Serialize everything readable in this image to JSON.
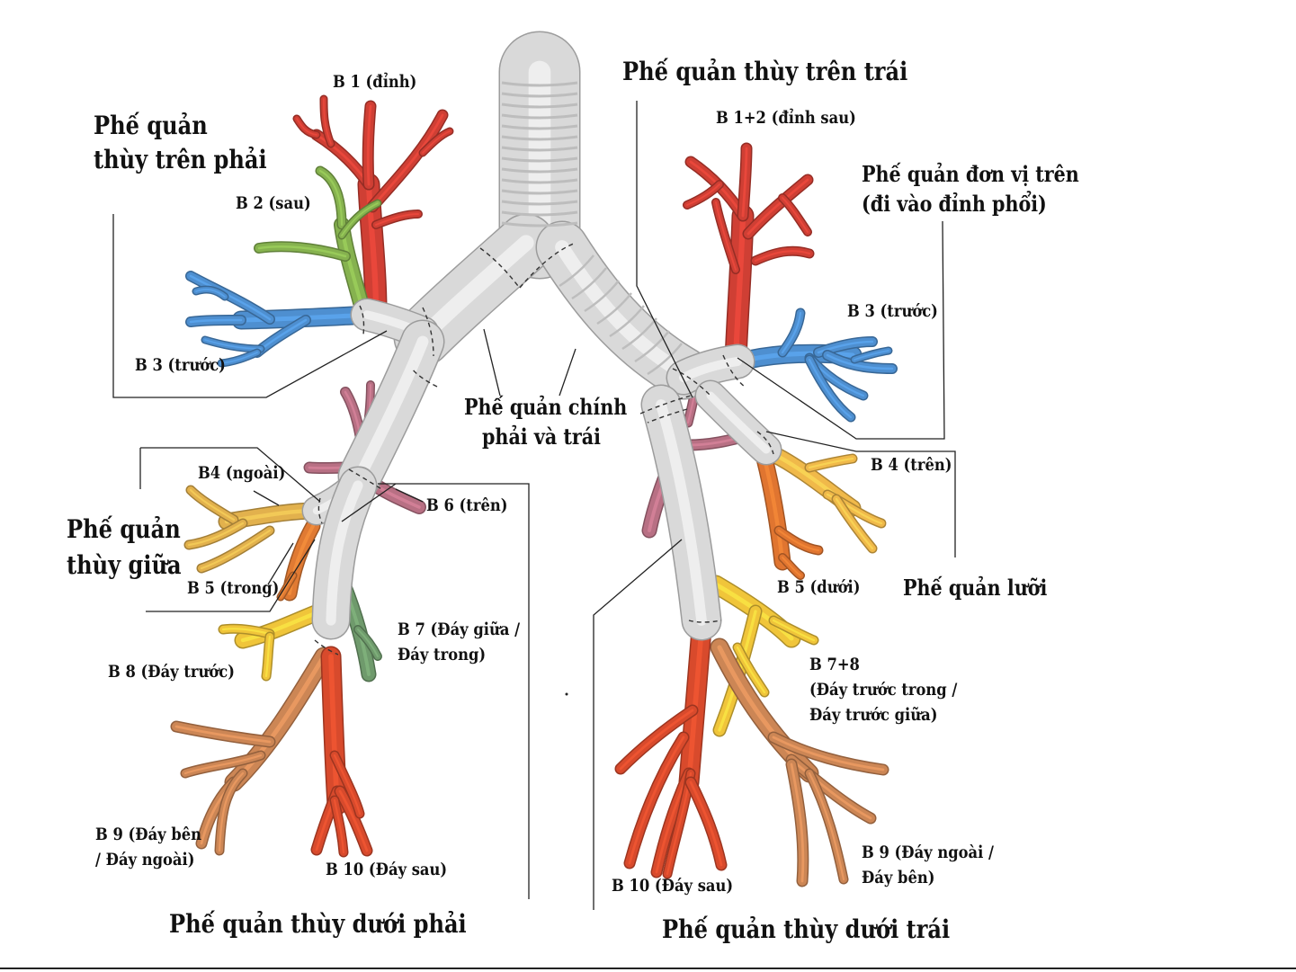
{
  "colors": {
    "trachea": "#d9d9d9",
    "trachea_ring": "#bdbdbd",
    "apical": "#cf3f34",
    "posterior": "#86b24f",
    "anterior": "#4e8fd0",
    "middle_lateral": "#e2b14d",
    "middle_medial": "#e07a33",
    "superior_segment": "#b87084",
    "basal_medial": "#6f9a6c",
    "basal_anterior": "#f0c53a",
    "basal_lateral": "#cc8655",
    "basal_posterior": "#d84a2c",
    "lingula_superior": "#f0b94a",
    "lingula_inferior": "#e07530",
    "leader_line": "#222222"
  },
  "labels": {
    "right_upper_lobe_title_1": "Phế quản",
    "right_upper_lobe_title_2": "thùy trên phải",
    "b1_apical": "B 1 (đỉnh)",
    "b2_posterior": "B 2 (sau)",
    "b3_right_anterior": "B 3 (trước)",
    "left_upper_lobe_title": "Phế quản thùy trên trái",
    "b1_2_left": "B 1+2 (đỉnh sau)",
    "upper_division_1": "Phế quản đơn vị trên",
    "upper_division_2": "(đi vào đỉnh phổi)",
    "b3_left_anterior": "B 3 (trước)",
    "main_bronchi_1": "Phế quản chính",
    "main_bronchi_2": "phải và trái",
    "b4_lateral": "B4 (ngoài)",
    "middle_lobe_title_1": "Phế quản",
    "middle_lobe_title_2": "thùy giữa",
    "b5_medial": "B 5 (trong)",
    "b6_superior": "B 6 (trên)",
    "b4_superior_left": "B 4 (trên)",
    "b5_inferior_left": "B 5 (dưới)",
    "lingula_title": "Phế quản lưỡi",
    "b7_1": "B 7 (Đáy giữa /",
    "b7_2": "Đáy trong)",
    "b8_right": "B 8 (Đáy trước)",
    "b7_8_left_1": "B 7+8",
    "b7_8_left_2": "(Đáy trước trong /",
    "b7_8_left_3": "Đáy trước giữa)",
    "b9_right_1": "B 9 (Đáy bên",
    "b9_right_2": "/ Đáy ngoài)",
    "b10_right": "B 10 (Đáy sau)",
    "b10_left": "B 10 (Đáy sau)",
    "b9_left_1": "B 9 (Đáy ngoài /",
    "b9_left_2": "Đáy bên)",
    "right_lower_lobe_title": "Phế quản thùy dưới phải",
    "left_lower_lobe_title": "Phế quản thùy dưới trái"
  }
}
